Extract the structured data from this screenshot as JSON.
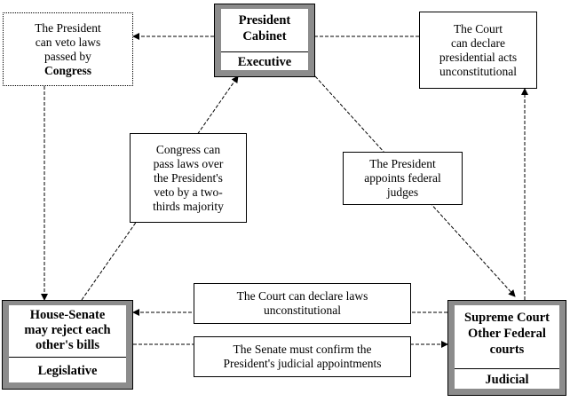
{
  "branches": {
    "executive": {
      "lines": [
        "President",
        "Cabinet"
      ],
      "label": "Executive"
    },
    "legislative": {
      "lines": [
        "House-Senate",
        "may reject each",
        "other's bills"
      ],
      "label": "Legislative"
    },
    "judicial": {
      "lines": [
        "Supreme Court",
        "Other Federal",
        "courts"
      ],
      "label": "Judicial"
    }
  },
  "notes": {
    "veto": [
      "The President",
      "can veto laws",
      "passed by",
      "Congress"
    ],
    "court_exec": [
      "The Court",
      "can declare",
      "presidential acts",
      "unconstitutional"
    ],
    "override": [
      "Congress can",
      "pass laws over",
      "the President's",
      "veto by a two-",
      "thirds majority"
    ],
    "appoints": [
      "The President",
      "appoints federal",
      "judges"
    ],
    "court_laws": [
      "The Court can declare laws",
      "unconstitutional"
    ],
    "confirm": [
      "The Senate must confirm the",
      "President's judicial appointments"
    ]
  },
  "colors": {
    "frame": "#8c8c8c",
    "line": "#000000"
  }
}
